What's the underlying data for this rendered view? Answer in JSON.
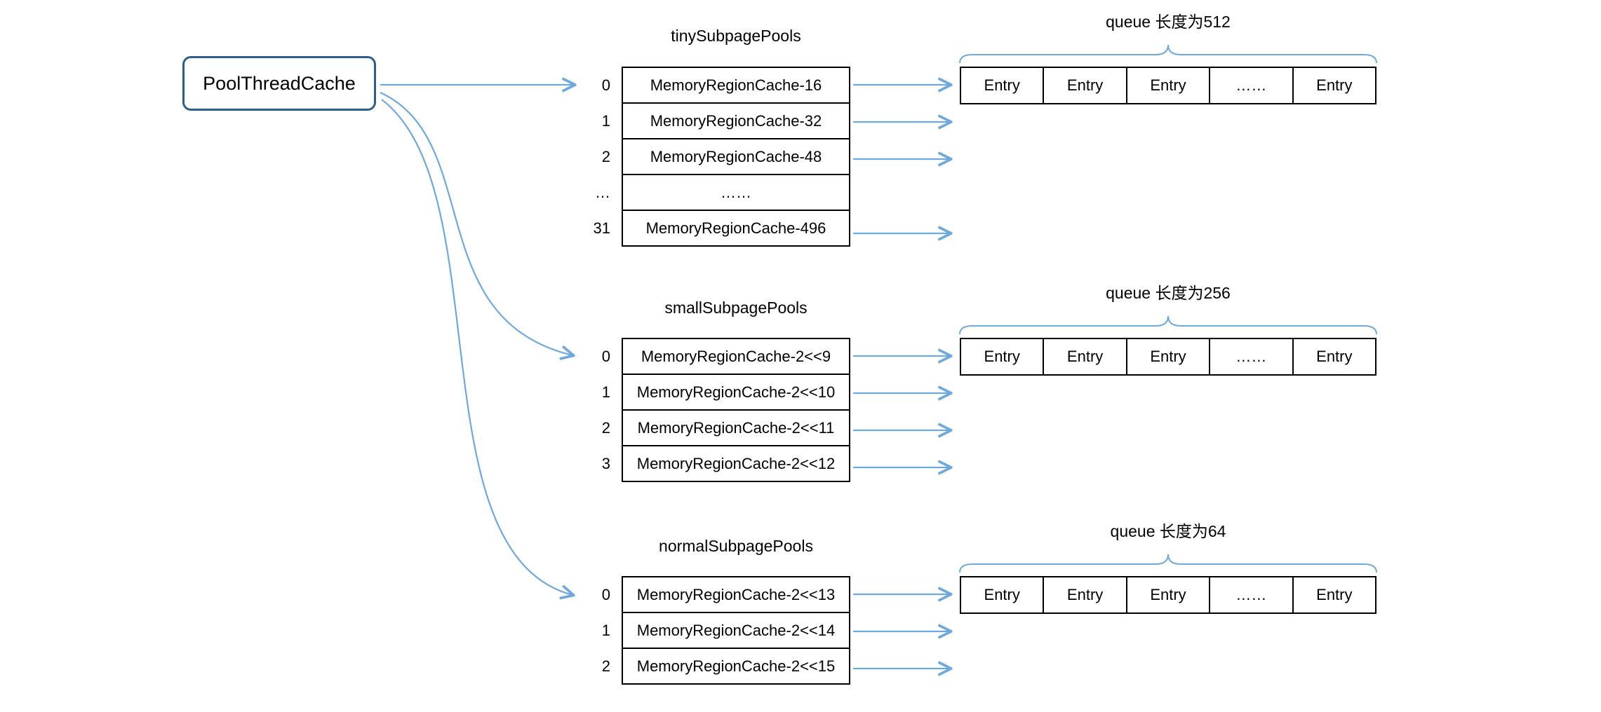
{
  "root": {
    "label": "PoolThreadCache"
  },
  "tables": {
    "tiny": {
      "title": "tinySubpagePools",
      "rows": [
        {
          "index": "0",
          "label": "MemoryRegionCache-16"
        },
        {
          "index": "1",
          "label": "MemoryRegionCache-32"
        },
        {
          "index": "2",
          "label": "MemoryRegionCache-48"
        },
        {
          "index": "…",
          "label": "……"
        },
        {
          "index": "31",
          "label": "MemoryRegionCache-496"
        }
      ]
    },
    "small": {
      "title": "smallSubpagePools",
      "rows": [
        {
          "index": "0",
          "label": "MemoryRegionCache-2<<9"
        },
        {
          "index": "1",
          "label": "MemoryRegionCache-2<<10"
        },
        {
          "index": "2",
          "label": "MemoryRegionCache-2<<11"
        },
        {
          "index": "3",
          "label": "MemoryRegionCache-2<<12"
        }
      ]
    },
    "normal": {
      "title": "normalSubpagePools",
      "rows": [
        {
          "index": "0",
          "label": "MemoryRegionCache-2<<13"
        },
        {
          "index": "1",
          "label": "MemoryRegionCache-2<<14"
        },
        {
          "index": "2",
          "label": "MemoryRegionCache-2<<15"
        }
      ]
    }
  },
  "queues": [
    {
      "title": "queue 长度为512",
      "cells": [
        "Entry",
        "Entry",
        "Entry",
        "……",
        "Entry"
      ]
    },
    {
      "title": "queue 长度为256",
      "cells": [
        "Entry",
        "Entry",
        "Entry",
        "……",
        "Entry"
      ]
    },
    {
      "title": "queue 长度为64",
      "cells": [
        "Entry",
        "Entry",
        "Entry",
        "……",
        "Entry"
      ]
    }
  ],
  "colors": {
    "arrow": "#6fa8dc",
    "box_border": "#000000",
    "root_border": "#2d5f8b"
  }
}
